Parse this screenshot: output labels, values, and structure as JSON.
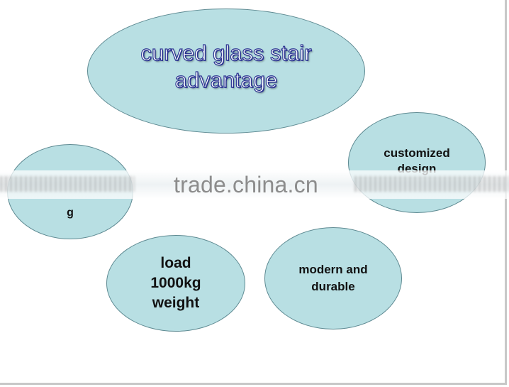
{
  "title": "curved  glass stair\nadvantage",
  "bubbles": {
    "customized": "customized\ndesign",
    "left": "g",
    "load": "load\n1000kg\nweight",
    "modern": "modern and\ndurable"
  },
  "watermark": "trade.china.cn",
  "colors": {
    "bubble_fill": "#b8dfe3",
    "bubble_border": "#5e8a92",
    "title_outline": "#2b3592"
  }
}
